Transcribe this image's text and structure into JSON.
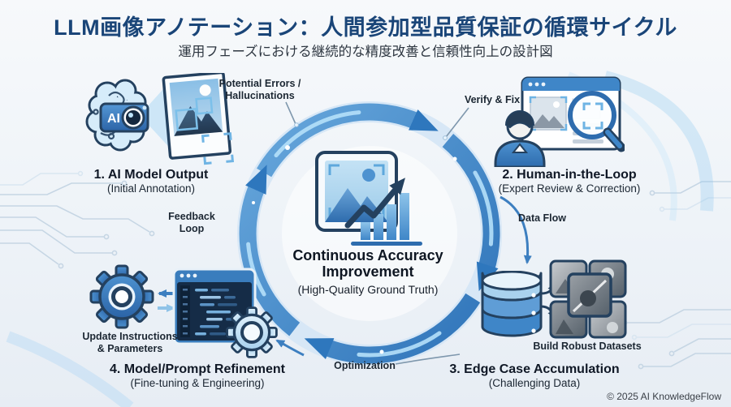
{
  "header": {
    "title": "LLM画像アノテーション：人間参加型品質保証の循環サイクル",
    "subtitle": "運用フェーズにおける継続的な精度改善と信頼性向上の設計図"
  },
  "cycle_center": {
    "title": "Continuous Accuracy\nImprovement",
    "subtitle": "(High-Quality Ground Truth)"
  },
  "stages": {
    "ai_output": {
      "title": "1. AI Model Output",
      "subtitle": "(Initial Annotation)"
    },
    "human_loop": {
      "title": "2. Human-in-the-Loop",
      "subtitle": "(Expert Review & Correction)"
    },
    "edge_case": {
      "title": "3. Edge Case Accumulation",
      "subtitle": "(Challenging Data)"
    },
    "refinement": {
      "title": "4. Model/Prompt Refinement",
      "subtitle": "(Fine-tuning & Engineering)"
    }
  },
  "flow_labels": {
    "potential_errors": "Potential Errors /\nHallucinations",
    "verify_fix": "Verify & Fix",
    "data_flow": "Data Flow",
    "build_datasets": "Build Robust Datasets",
    "optimization": "Optimization",
    "feedback_loop": "Feedback\nLoop",
    "update_instructions": "Update Instructions\n& Parameters"
  },
  "badges": {
    "ai_camera": "AI"
  },
  "footer": {
    "copyright": "© 2025 AI KnowledgeFlow"
  },
  "icons": {
    "stage1": [
      "ai-brain-camera-icon",
      "annotated-image-icon"
    ],
    "stage2": [
      "person-reviewer-icon",
      "browser-review-icon",
      "magnifier-icon"
    ],
    "stage3": [
      "database-icon",
      "edge-case-grid-icon"
    ],
    "stage4": [
      "gear-icon",
      "code-editor-icon",
      "gear-icon-light"
    ],
    "center": [
      "image-chart-growth-icon"
    ]
  },
  "colors": {
    "title_text": "#1a4578",
    "body_text": "#1c2733",
    "arrow_blue": "#2e77bd",
    "arrow_glow": "#b5e0fa",
    "icon_navy": "#24415f",
    "icon_blue": "#3f86c8",
    "icon_light_blue": "#bfdcf2",
    "bg_top": "#f7f9fb",
    "bg_bottom": "#e7edf4",
    "circuit": "#c6d6e4"
  }
}
